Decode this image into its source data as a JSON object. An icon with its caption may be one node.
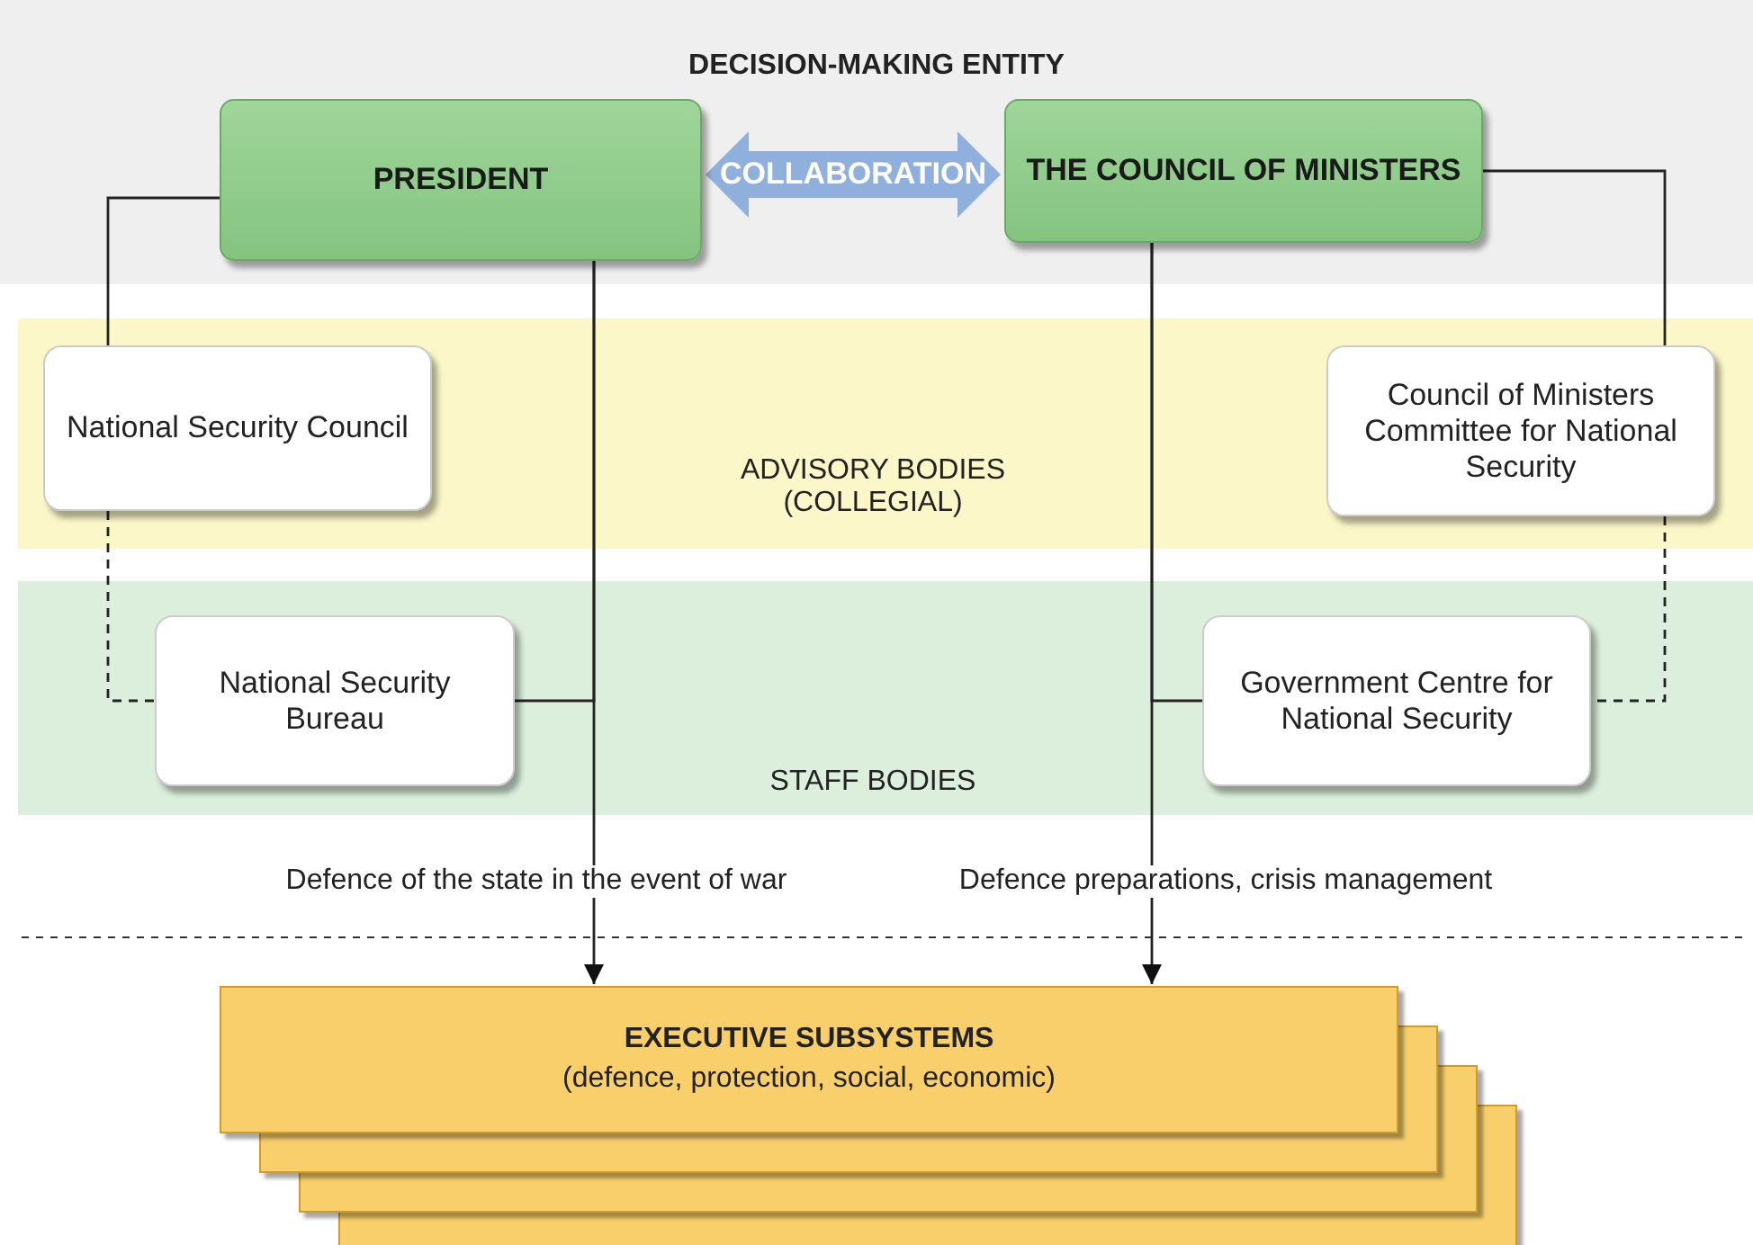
{
  "diagram": {
    "nodes": [
      {
        "text": [
          "DECISION-MAKING ENTITY"
        ]
      },
      {
        "text": [
          "PRESIDENT"
        ],
        "in": 0
      },
      {
        "text": [
          "THE COUNCIL OF MINISTERS"
        ],
        "in": 0
      },
      {
        "text": [
          "ADVISORY BODIES (COLLEGIAL)"
        ]
      },
      {
        "text": [
          "National Security Council"
        ],
        "in": 3
      },
      {
        "text": [
          "Council of Ministers Committee for National Security"
        ],
        "in": 3
      },
      {
        "text": [
          "STAFF BODIES"
        ]
      },
      {
        "text": [
          "National Security Bureau"
        ],
        "in": 6
      },
      {
        "text": [
          "Government Centre for National Security"
        ],
        "in": 6
      },
      {
        "text": [
          "EXECUTIVE SUBSYSTEMS",
          "(defence, protection, social, economic)"
        ]
      }
    ],
    "edges": [
      {
        "from": 1,
        "to": 2,
        "arrow": "both",
        "label": "COLLABORATION",
        "style": "thick",
        "color": "#8fb0dc"
      },
      {
        "from": 1,
        "to": 4,
        "arrow": "none"
      },
      {
        "from": 4,
        "to": 7,
        "arrow": "none",
        "style": "dashed"
      },
      {
        "from": 1,
        "to": 7,
        "arrow": "none"
      },
      {
        "from": 1,
        "to": 9,
        "arrow": "to",
        "label": "Defence of the state in the event of war"
      },
      {
        "from": 2,
        "to": 5,
        "arrow": "none"
      },
      {
        "from": 5,
        "to": 8,
        "arrow": "none",
        "style": "dashed"
      },
      {
        "from": 2,
        "to": 8,
        "arrow": "none"
      },
      {
        "from": 2,
        "to": 9,
        "arrow": "to",
        "label": "Defence preparations, crisis management"
      }
    ]
  }
}
